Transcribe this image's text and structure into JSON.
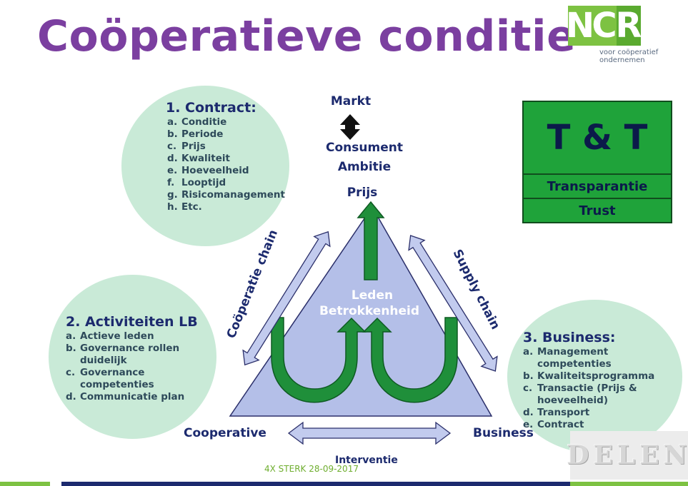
{
  "title": "Coöperatieve conditie",
  "logo": {
    "letters": [
      "N",
      "C",
      "R"
    ],
    "subtitle_line1": "voor coöperatief",
    "subtitle_line2": "ondernemen"
  },
  "top_labels": {
    "markt": "Markt",
    "consument": "Consument",
    "ambitie": "Ambitie",
    "prijs": "Prijs"
  },
  "center_label": {
    "line1": "Leden",
    "line2": "Betrokkenheid"
  },
  "side_labels": {
    "left_chain": "Coöperatie chain",
    "right_chain": "Supply chain",
    "cooperative": "Cooperative",
    "business": "Business",
    "interventie": "Interventie"
  },
  "contract": {
    "heading": "1. Contract:",
    "items": [
      {
        "k": "a.",
        "t": "Conditie"
      },
      {
        "k": "b.",
        "t": "Periode"
      },
      {
        "k": "c.",
        "t": "Prijs"
      },
      {
        "k": "d.",
        "t": "Kwaliteit"
      },
      {
        "k": "e.",
        "t": "Hoeveelheid"
      },
      {
        "k": "f.",
        "t": "Looptijd"
      },
      {
        "k": "g.",
        "t": "Risicomanagement"
      },
      {
        "k": "h.",
        "t": "Etc."
      }
    ]
  },
  "activiteiten": {
    "heading": "2. Activiteiten LB",
    "items": [
      {
        "k": "a.",
        "t": "Actieve leden"
      },
      {
        "k": "b.",
        "t": "Governance rollen"
      },
      {
        "k": "",
        "t": "duidelijk"
      },
      {
        "k": "c.",
        "t": "Governance"
      },
      {
        "k": "",
        "t": "competenties"
      },
      {
        "k": "d.",
        "t": "Communicatie plan"
      }
    ]
  },
  "business": {
    "heading": "3. Business:",
    "items": [
      {
        "k": "a.",
        "t": "Management"
      },
      {
        "k": "",
        "t": "competenties"
      },
      {
        "k": "b.",
        "t": "Kwaliteitsprogramma"
      },
      {
        "k": "c.",
        "t": "Transactie (Prijs &"
      },
      {
        "k": "",
        "t": "hoeveelheid)"
      },
      {
        "k": "d.",
        "t": "Transport"
      },
      {
        "k": "e.",
        "t": "Contract"
      }
    ]
  },
  "tt": {
    "big": "T & T",
    "row1": "Transparantie",
    "row2": "Trust"
  },
  "footer": {
    "text": "4X STERK 28-09-2017",
    "delen": "DELEN"
  },
  "colors": {
    "title": "#7b3fa0",
    "navy": "#1c2a6e",
    "circle": "#c9ead7",
    "triangle": "#b4bfe8",
    "green_arrow": "#1f8f3a",
    "tt_green": "#1fa33a"
  }
}
